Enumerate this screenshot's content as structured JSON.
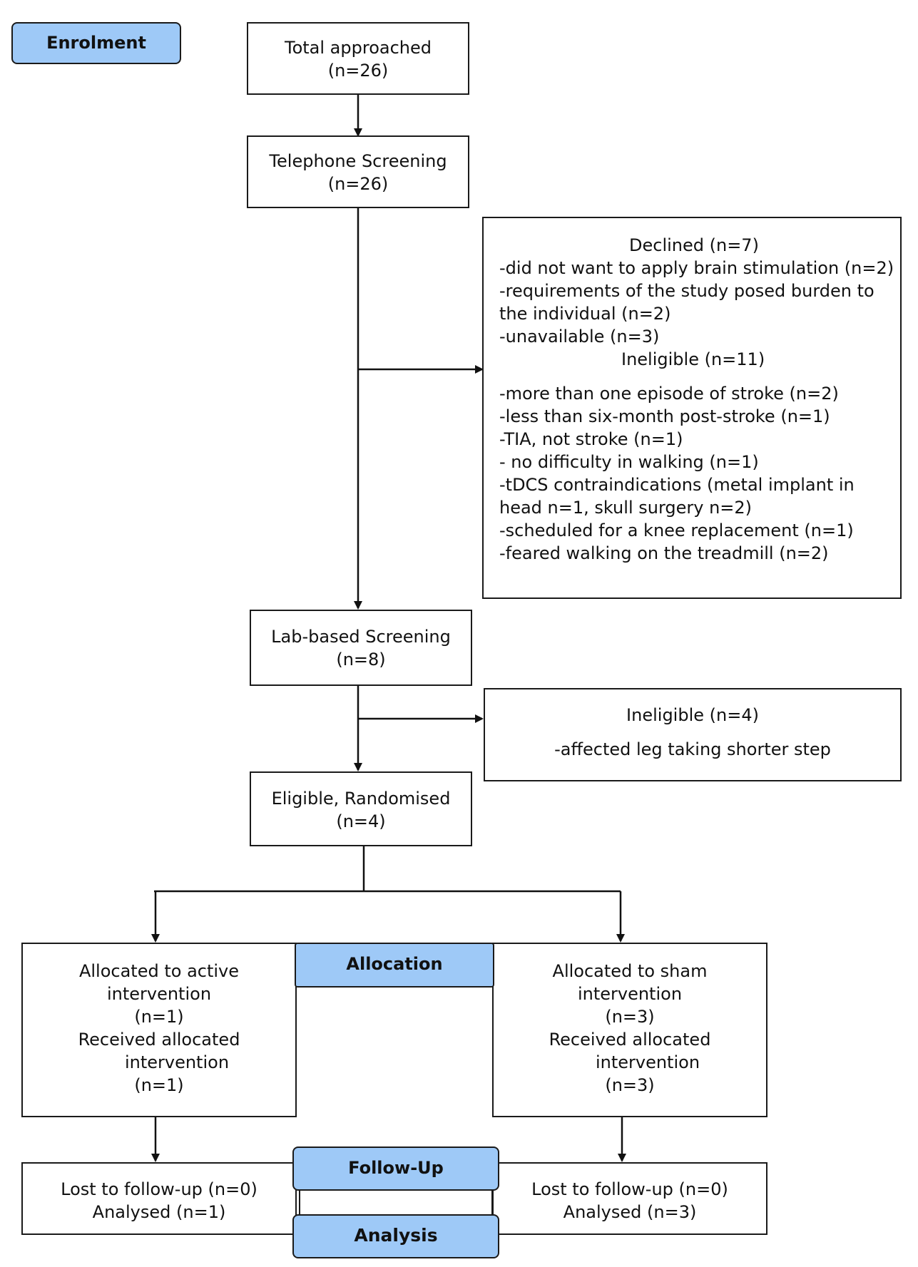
{
  "stages": {
    "enrolment": "Enrolment",
    "allocation": "Allocation",
    "follow_up": "Follow-Up",
    "analysis": "Analysis"
  },
  "boxes": {
    "total_approached": [
      "Total approached",
      "(n=26)"
    ],
    "telephone_screening": [
      "Telephone Screening",
      "(n=26)"
    ],
    "exclusions_1": {
      "declined_title": "Declined (n=7)",
      "declined_items": [
        "-did not want to apply brain stimulation (n=2)",
        "-requirements of the study posed burden to",
        "the individual (n=2)",
        "-unavailable (n=3)"
      ],
      "ineligible_title": "Ineligible (n=11)",
      "ineligible_items": [
        "-more than one episode of stroke (n=2)",
        "-less than six-month post-stroke (n=1)",
        "-TIA, not stroke (n=1)",
        "- no difficulty in walking (n=1)",
        "-tDCS contraindications (metal implant in",
        "head n=1, skull surgery n=2)",
        "-scheduled for a knee replacement (n=1)",
        "-feared walking on the treadmill (n=2)"
      ]
    },
    "lab_screening": [
      "Lab-based Screening",
      "(n=8)"
    ],
    "exclusions_2": [
      "Ineligible (n=4)",
      "-affected leg taking shorter step"
    ],
    "randomised": [
      "Eligible, Randomised",
      "(n=4)"
    ],
    "active_arm": [
      "Allocated to active",
      "intervention",
      "(n=1)",
      "Received allocated",
      "intervention",
      "(n=1)"
    ],
    "sham_arm": [
      "Allocated to sham",
      "intervention",
      "(n=3)",
      "Received allocated",
      "intervention",
      "(n=3)"
    ],
    "active_followup": [
      "Lost to follow-up (n=0)",
      "Analysed (n=1)"
    ],
    "sham_followup": [
      "Lost to follow-up (n=0)",
      "Analysed (n=3)"
    ]
  },
  "colors": {
    "stage_fill": "#9ec9f7",
    "border": "#1a1a1a"
  }
}
